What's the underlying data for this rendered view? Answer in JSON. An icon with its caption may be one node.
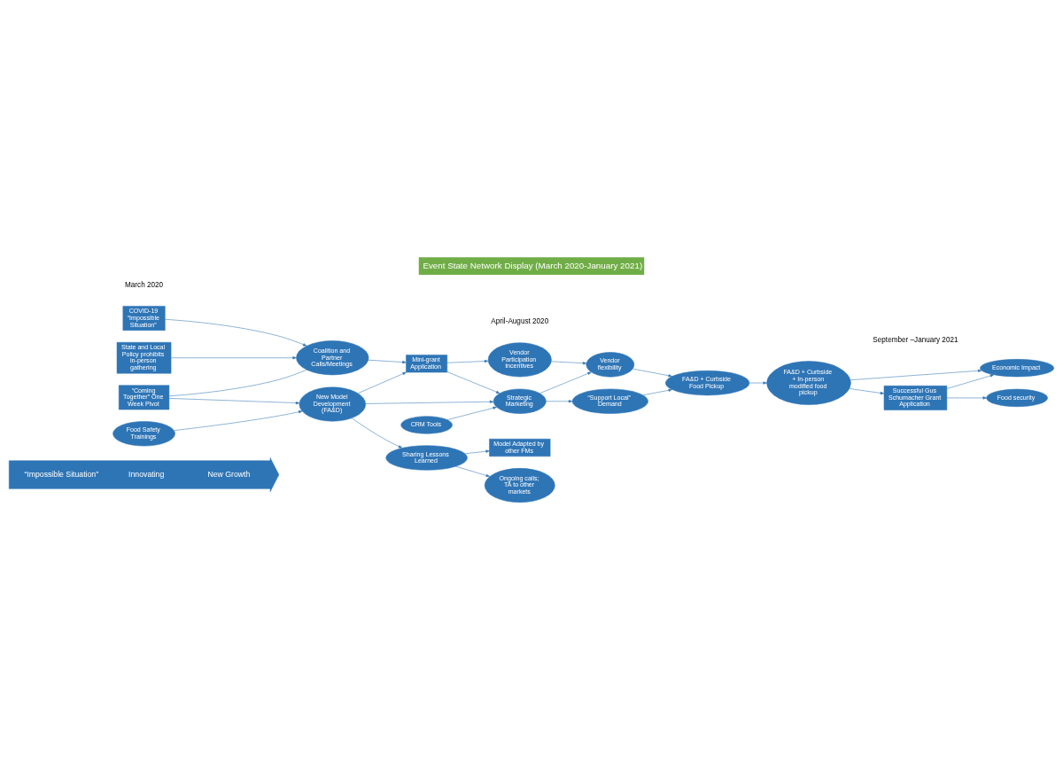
{
  "diagram": {
    "title": "Event State Network Display (March 2020-January 2021)",
    "nodes": [
      {
        "text": [
          "“Impossible Situation”",
          "Innovating",
          "New Growth"
        ]
      },
      {
        "text": [
          "COVID-19 “Impossible Situation”"
        ]
      },
      {
        "text": [
          "“Coming Together” One Week Pivot"
        ]
      },
      {
        "text": [
          "Model Adapted by other FMs"
        ]
      },
      {
        "text": [
          "Ongoing calls; TA to other markets"
        ]
      },
      {
        "text": [
          "Sharing Lessons Learned"
        ]
      },
      {
        "text": [
          "Food Safety Trainings"
        ]
      },
      {
        "text": [
          "Coalition and Partner Calls/Meetings"
        ]
      },
      {
        "text": [
          "New Model Development (FA&D)"
        ]
      },
      {
        "text": [
          "CRM Tools"
        ]
      },
      {
        "text": [
          "“Support Local” Demand"
        ]
      },
      {
        "text": [
          "Food security"
        ]
      },
      {
        "text": [
          "Economic Impact"
        ]
      },
      {
        "text": [
          "Strategic Marketing"
        ]
      },
      {
        "text": [
          "Vendor flexibility"
        ]
      },
      {
        "text": [
          "State and Local Policy prohibits in-person gathering"
        ]
      },
      {
        "text": [
          "Mini-grant Application"
        ]
      },
      {
        "text": [
          "Vendor Participation Incentives"
        ]
      },
      {
        "text": [
          "FA&D + Curbside Food Pickup"
        ]
      },
      {
        "text": [
          "Successful Gus Schumacher Grant Application"
        ]
      },
      {
        "text": [
          "FA&D + Curbside + In-person modified food pickup"
        ]
      }
    ],
    "edges": [
      {
        "from": 1,
        "to": 7,
        "arrow": "to"
      },
      {
        "from": 2,
        "to": 7,
        "arrow": "none"
      },
      {
        "from": 2,
        "to": 8,
        "arrow": "to"
      },
      {
        "from": 5,
        "to": 3,
        "arrow": "to"
      },
      {
        "from": 5,
        "to": 4,
        "arrow": "to"
      },
      {
        "from": 8,
        "to": 5,
        "arrow": "to"
      },
      {
        "from": 6,
        "to": 8,
        "arrow": "to"
      },
      {
        "from": 8,
        "to": 13,
        "arrow": "to"
      },
      {
        "from": 8,
        "to": 16,
        "arrow": "to"
      },
      {
        "from": 15,
        "to": 7,
        "arrow": "to"
      },
      {
        "from": 7,
        "to": 16,
        "arrow": "to"
      },
      {
        "from": 9,
        "to": 13,
        "arrow": "to"
      },
      {
        "from": 13,
        "to": 10,
        "arrow": "to"
      },
      {
        "from": 13,
        "to": 14,
        "arrow": "to"
      },
      {
        "from": 16,
        "to": 13,
        "arrow": "to"
      },
      {
        "from": 16,
        "to": 17,
        "arrow": "to"
      },
      {
        "from": 17,
        "to": 14,
        "arrow": "to"
      },
      {
        "from": 14,
        "to": 18,
        "arrow": "to"
      },
      {
        "from": 10,
        "to": 18,
        "arrow": "to"
      },
      {
        "from": 18,
        "to": 20,
        "arrow": "to"
      },
      {
        "from": 20,
        "to": 12,
        "arrow": "to"
      },
      {
        "from": 20,
        "to": 19,
        "arrow": "to"
      },
      {
        "from": 19,
        "to": 12,
        "arrow": "to"
      },
      {
        "from": 19,
        "to": 11,
        "arrow": "to"
      }
    ],
    "labels": [
      "March 2020",
      "April-August 2020",
      "September –January 2021"
    ]
  }
}
